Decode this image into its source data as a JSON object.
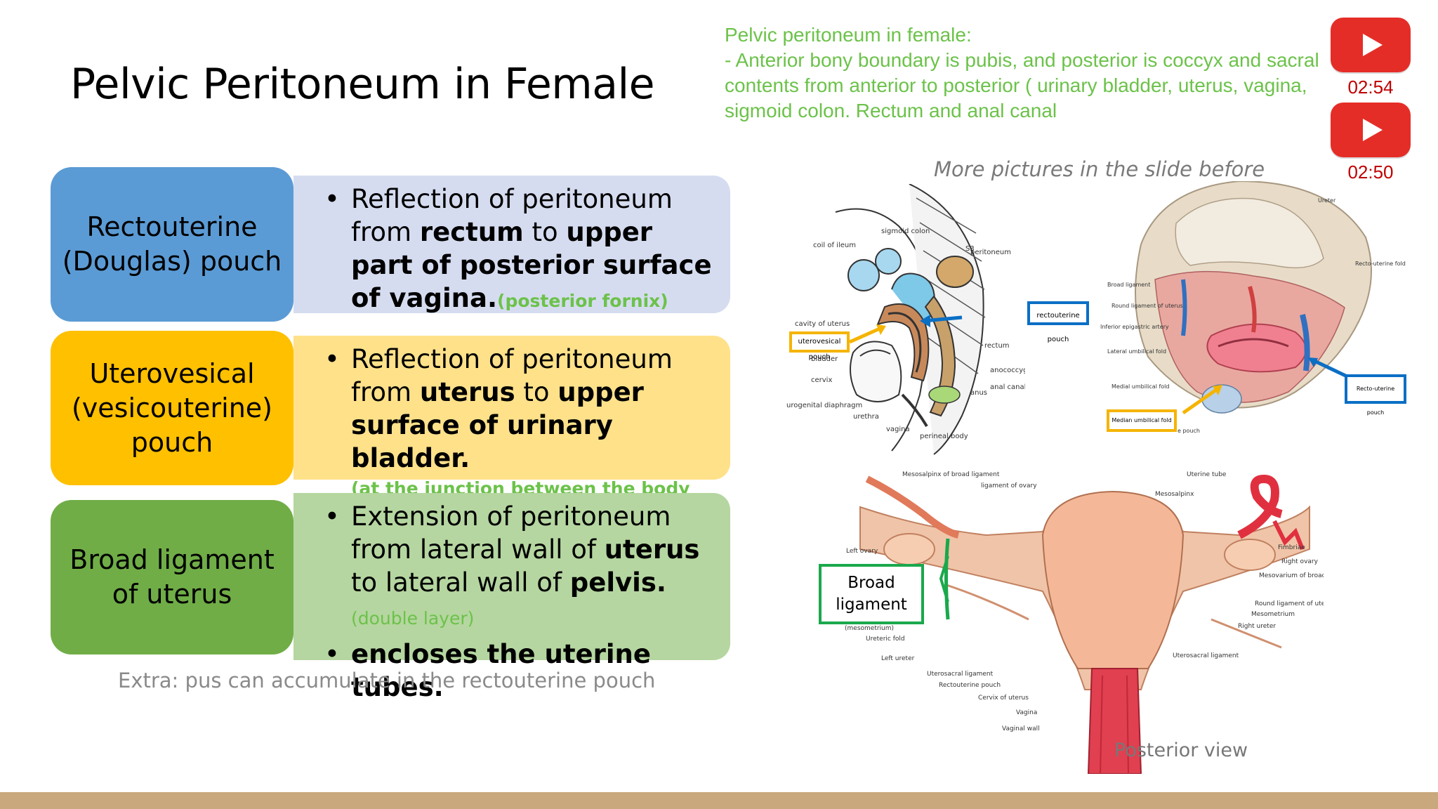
{
  "title": "Pelvic Peritoneum in Female",
  "note": {
    "line1": "Pelvic peritoneum in female:",
    "line2": "- Anterior bony boundary is pubis, and posterior is coccyx and sacral contents from anterior to posterior ( urinary bladder, uterus, vagina, sigmoid colon. Rectum and anal canal"
  },
  "videos": [
    {
      "time": "02:54"
    },
    {
      "time": "02:50"
    }
  ],
  "rows": [
    {
      "term": "Rectouterine (Douglas) pouch",
      "p1": "Reflection of peritoneum from ",
      "b1": "rectum",
      "p2": " to ",
      "b2": "upper part of posterior surface of vagina.",
      "note": "(posterior fornix)"
    },
    {
      "term": "Uterovesical (vesicouterine) pouch",
      "p1": "Reflection of peritoneum from ",
      "b1": "uterus",
      "p2": " to ",
      "b2": "upper surface of urinary bladder.",
      "note": "(at the junction between the body and the cervix of uterus)"
    },
    {
      "term": "Broad ligament of uterus",
      "p1": "Extension of peritoneum from lateral wall of ",
      "b1": "uterus",
      "p2": " to lateral wall of ",
      "b2": "pelvis.",
      "note": "(double layer)",
      "bullet2": "encloses the uterine tubes."
    }
  ],
  "extra": "Extra: pus can accumulate in the rectouterine pouch",
  "more_pictures": "More pictures in the slide before",
  "posterior_view": "Posterior view",
  "figure1": {
    "labels": [
      "coil of ileum",
      "sigmoid colon",
      "S3",
      "peritoneum",
      "rectouterine pouch",
      "cavity of uterus",
      "uterovesical pouch",
      "bladder",
      "cervix",
      "urogenital diaphragm",
      "urethra",
      "vagina",
      "perineal body",
      "anus",
      "anal canal",
      "anococcygeal body",
      "rectum"
    ]
  },
  "figure2": {
    "labels": [
      "Ureter",
      "Recto-uterine fold",
      "Broad ligament",
      "Round ligament of uterus",
      "Inferior epigastric artery",
      "Lateral umbilical fold",
      "Medial umbilical fold",
      "Median umbilical fold",
      "Recto-uterine pouch",
      "e pouch"
    ]
  },
  "figure3": {
    "labels": [
      "Mesosalpinx of broad ligament",
      "ligament of ovary",
      "Uterine tube",
      "Mesosalpinx",
      "Left ovary",
      "Fimbriae",
      "Right ovary",
      "Mesovarium of broad ligament",
      "Round ligament of uteru",
      "Mesometrium",
      "Right ureter",
      "(mesometrium)",
      "Ureteric fold",
      "Left ureter",
      "Uterosacral ligament",
      "Uterosacral ligament",
      "Rectouterine pouch",
      "Cervix of uterus",
      "Vagina",
      "Vaginal wall"
    ],
    "highlight": "Broad ligament"
  },
  "colors": {
    "blue": "#5b9bd5",
    "blue_light": "#d6dcf0",
    "yellow": "#ffc000",
    "yellow_light": "#ffe18a",
    "green": "#70ad47",
    "green_light": "#b5d6a0",
    "accent_text": "#6cc24a",
    "youtube_red": "#e52d27",
    "footer": "#c8a87c"
  }
}
